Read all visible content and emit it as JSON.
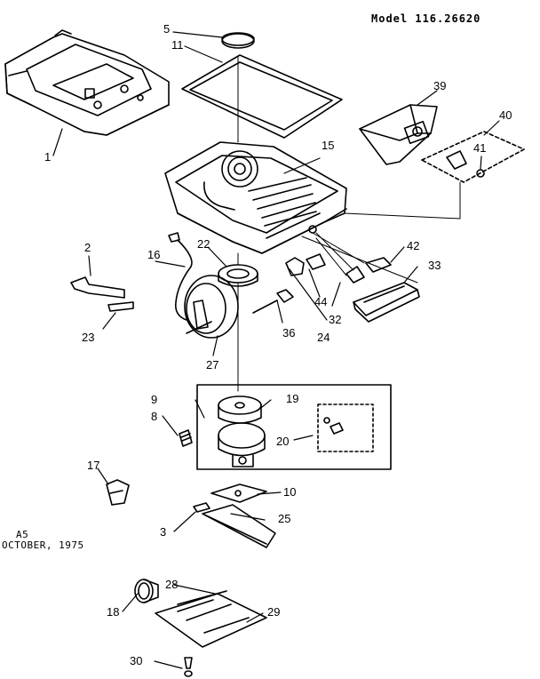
{
  "header": {
    "model": "Model 116.26620"
  },
  "footer": {
    "code": "A5",
    "date": "OCTOBER, 1975"
  },
  "parts": {
    "p1": "1",
    "p2": "2",
    "p3": "3",
    "p5": "5",
    "p8": "8",
    "p9": "9",
    "p10": "10",
    "p11": "11",
    "p15": "15",
    "p16": "16",
    "p17": "17",
    "p18": "18",
    "p19": "19",
    "p20": "20",
    "p22": "22",
    "p23": "23",
    "p24": "24",
    "p25": "25",
    "p27": "27",
    "p28": "28",
    "p29": "29",
    "p30": "30",
    "p32": "32",
    "p33": "33",
    "p36": "36",
    "p39": "39",
    "p40": "40",
    "p41": "41",
    "p42": "42",
    "p44": "44"
  }
}
